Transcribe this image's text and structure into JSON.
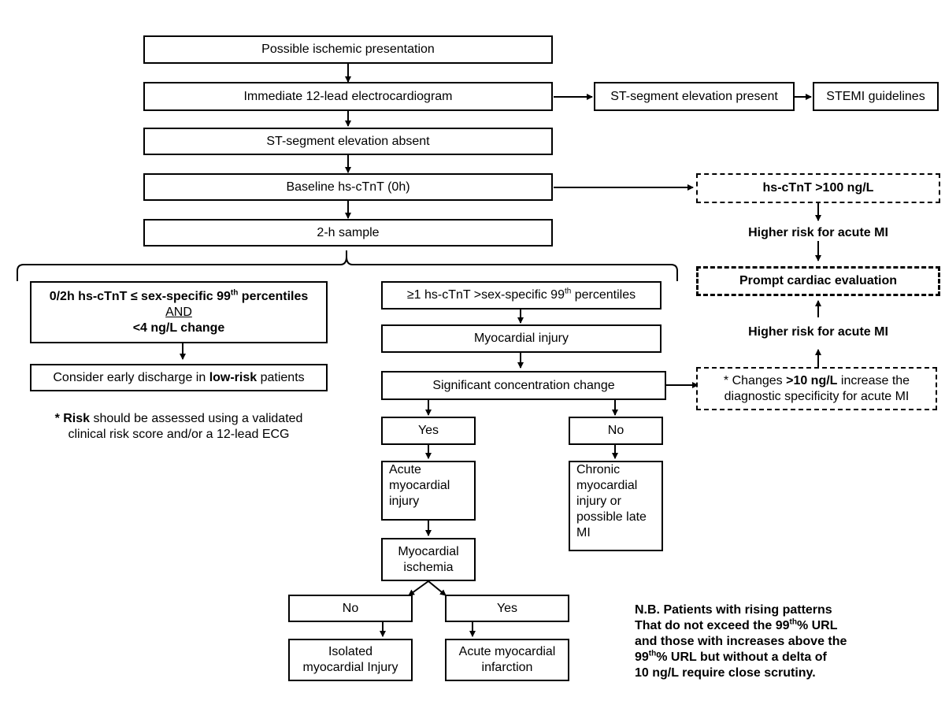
{
  "nodes": {
    "possible_ischemic": "Possible ischemic presentation",
    "ecg_12lead": "Immediate 12-lead electrocardiogram",
    "st_present": "ST-segment elevation present",
    "stemi_guidelines": "STEMI guidelines",
    "st_absent": "ST-segment elevation absent",
    "baseline": "Baseline hs-cTnT (0h)",
    "sample_2h": "2-h sample",
    "hs_gt100": "hs-cTnT >100 ng/L",
    "higher_risk_1": "Higher risk for acute MI",
    "prompt_eval": "Prompt cardiac evaluation",
    "higher_risk_2": "Higher risk for acute MI",
    "low_line1_a": "0/2h hs-cTnT ≤ sex-specific 99",
    "low_line1_sup": "th",
    "low_line1_b": " percentiles",
    "low_and": "AND",
    "low_change": "<4 ng/L change",
    "discharge_a": "Consider early discharge in ",
    "discharge_bold": "low-risk",
    "discharge_b": " patients",
    "risk_note_bold": "* Risk",
    "risk_note_1": " should be assessed using a validated",
    "risk_note_2": "clinical risk score and/or a 12-lead ECG",
    "high_a": "≥1 hs-cTnT >sex-specific 99",
    "high_sup": "th",
    "high_b": " percentiles",
    "myo_injury": "Myocardial injury",
    "sig_change": "Significant concentration change",
    "changes_a": "* Changes ",
    "changes_bold": ">10 ng/L",
    "changes_b": " increase the",
    "changes_c": "diagnostic specificity for acute MI",
    "yes_1": "Yes",
    "no_1": "No",
    "acute_injury": [
      "Acute",
      "myocardial",
      "injury"
    ],
    "chronic": [
      "Chronic",
      "myocardial",
      "injury or",
      "possible late",
      "MI"
    ],
    "ischemia": [
      "Myocardial",
      "ischemia"
    ],
    "no_2": "No",
    "yes_2": "Yes",
    "isolated": [
      "Isolated",
      "myocardial Injury"
    ],
    "acute_mi": [
      "Acute myocardial",
      "infarction"
    ],
    "nb": [
      "N.B.  Patients with rising  patterns",
      "That do not exceed the 99",
      "th",
      "% URL",
      "and those with increases above the",
      "99",
      "th",
      "% URL but without a delta of",
      "10 ng/L require close scrutiny."
    ]
  }
}
